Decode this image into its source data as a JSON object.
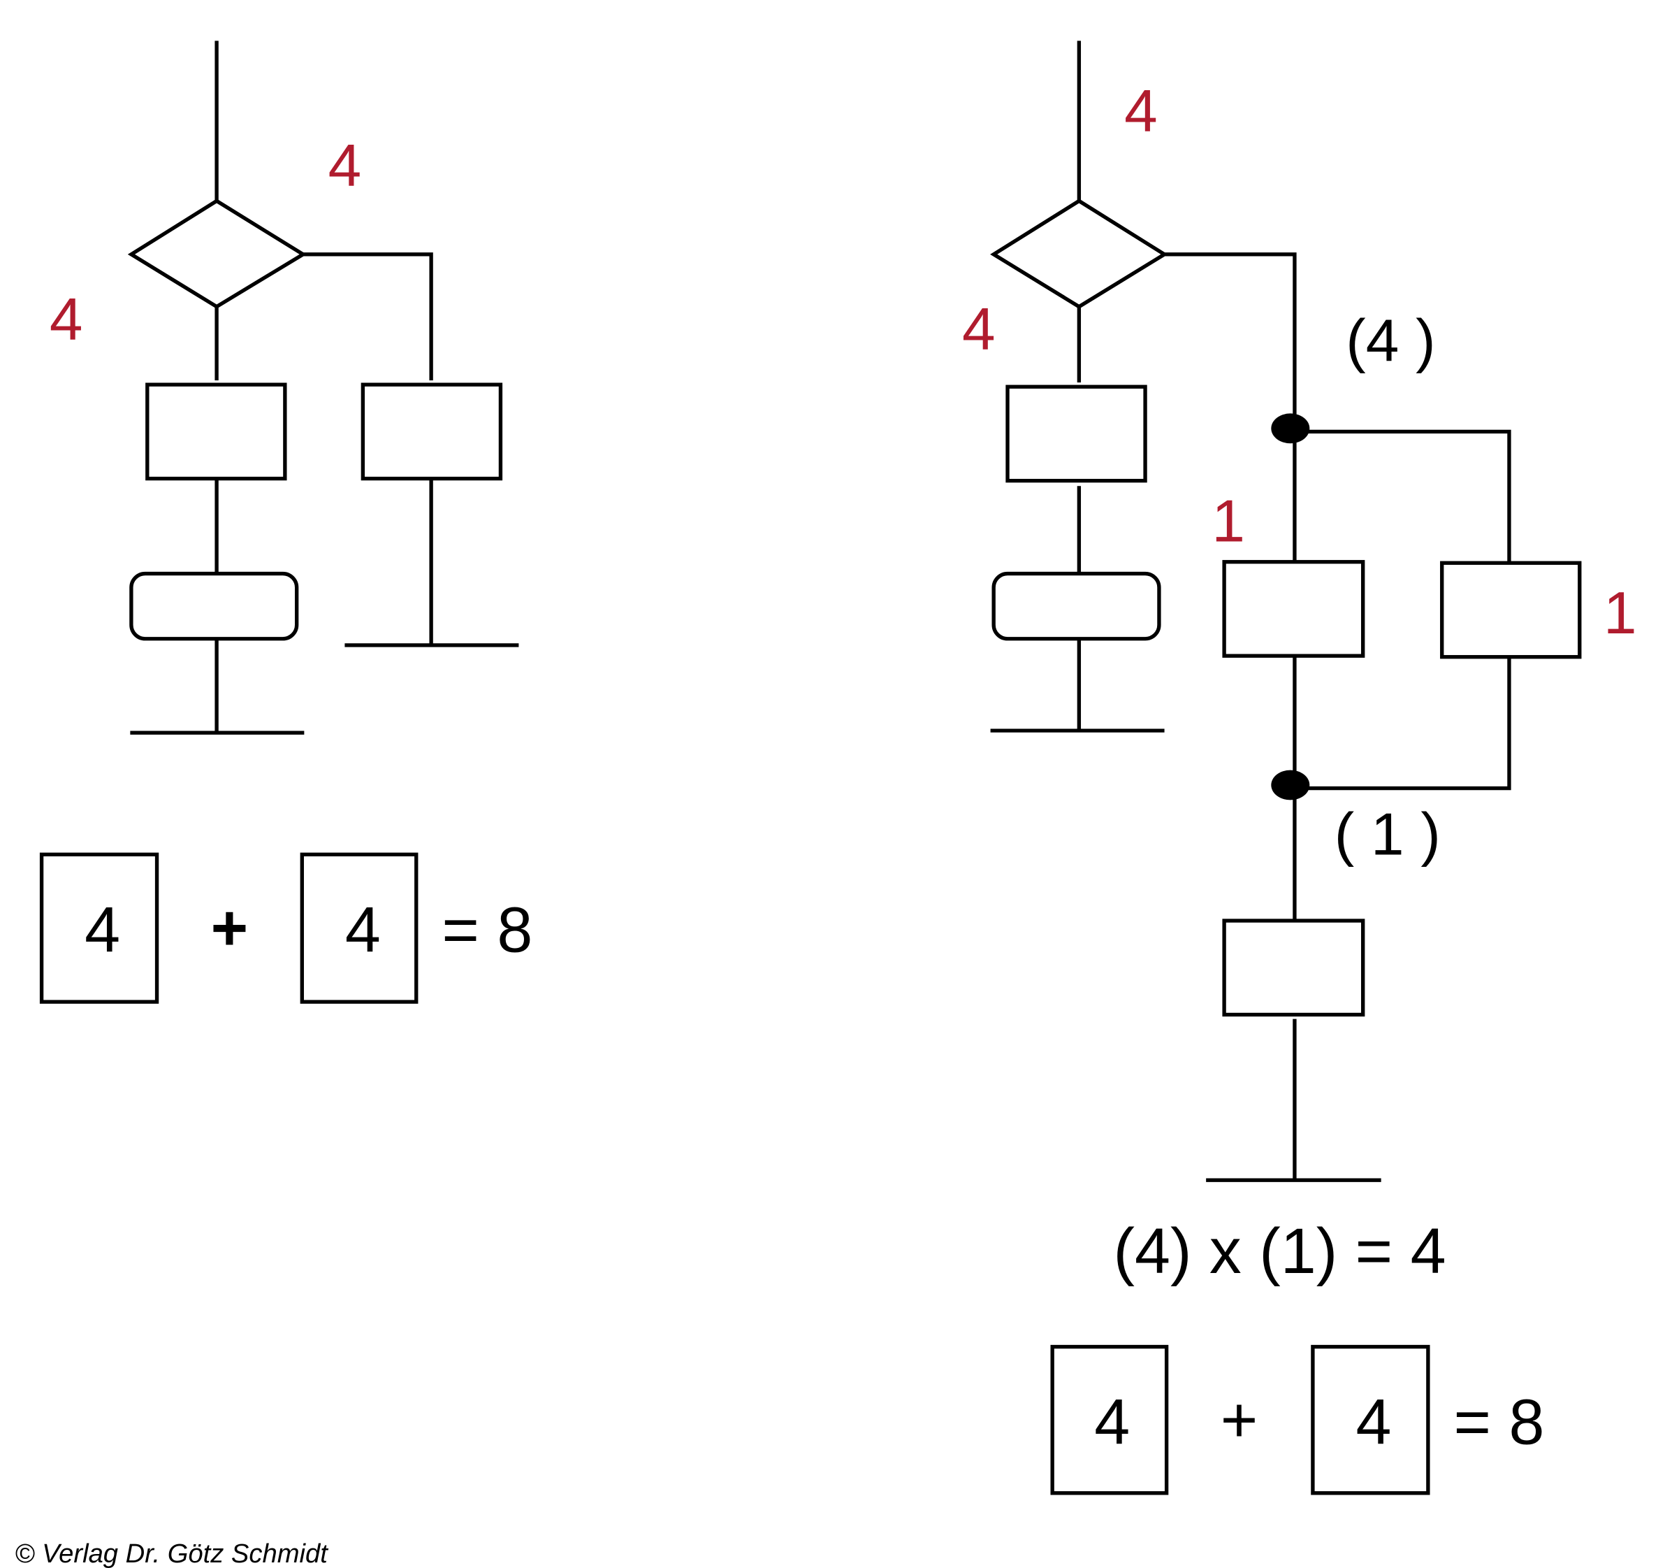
{
  "colors": {
    "accent_red": "#b01c2e",
    "line": "#000000"
  },
  "left_diagram": {
    "label_top": "4",
    "label_left": "4",
    "equation": {
      "box1": "4",
      "operator": "+",
      "box2": "4",
      "result": "= 8"
    }
  },
  "right_diagram": {
    "label_top": "4",
    "label_left": "4",
    "label_branch": "(4 )",
    "label_parallel_left": "1",
    "label_parallel_right": "1",
    "label_join": "( 1 )",
    "product": "(4) x (1) = 4",
    "equation": {
      "box1": "4",
      "operator": "+",
      "box2": "4",
      "result": "= 8"
    }
  },
  "copyright": "© Verlag Dr. Götz Schmidt"
}
